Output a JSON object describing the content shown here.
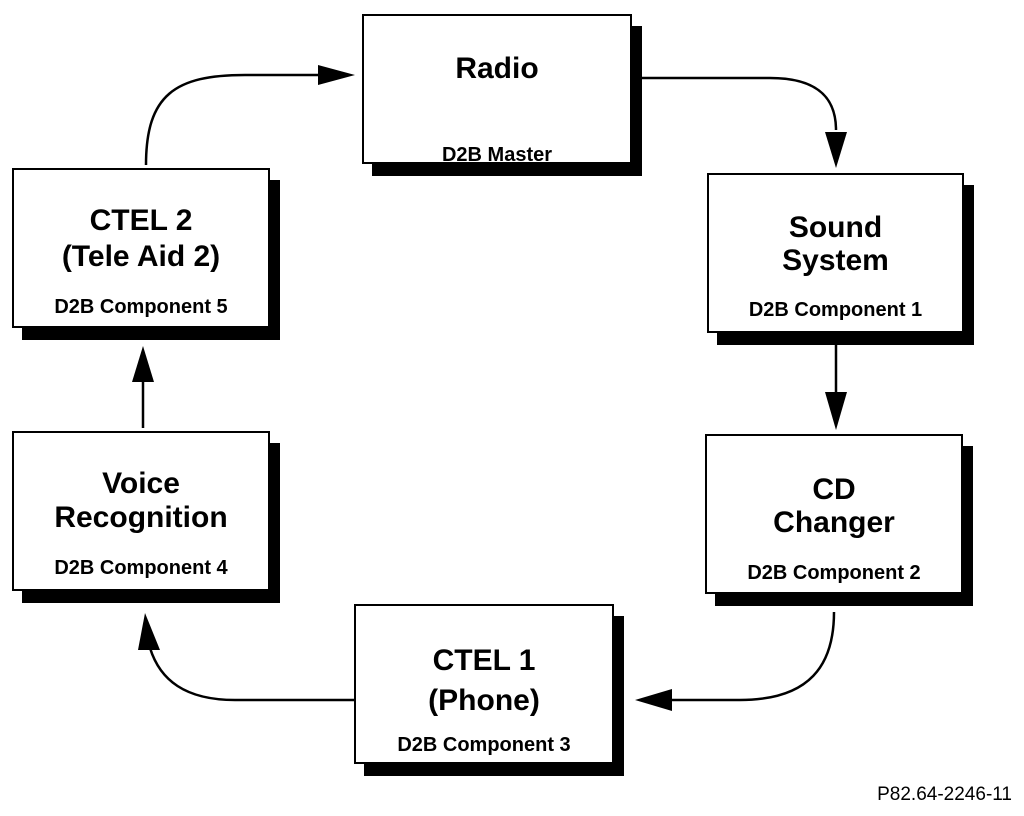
{
  "nodes": {
    "radio": {
      "line1": "Radio",
      "line2": "",
      "sub": "D2B Master"
    },
    "sound": {
      "line1": "Sound",
      "line2": "System",
      "sub": "D2B Component 1"
    },
    "cd": {
      "line1": "CD",
      "line2": "Changer",
      "sub": "D2B Component 2"
    },
    "ctel1": {
      "line1": "CTEL 1",
      "line2": "(Phone)",
      "sub": "D2B Component 3"
    },
    "voice": {
      "line1": "Voice",
      "line2": "Recognition",
      "sub": "D2B Component 4"
    },
    "ctel2": {
      "line1": "CTEL 2",
      "line2": "(Tele Aid 2)",
      "sub": "D2B Component 5"
    }
  },
  "caption": "P82.64-2246-11"
}
